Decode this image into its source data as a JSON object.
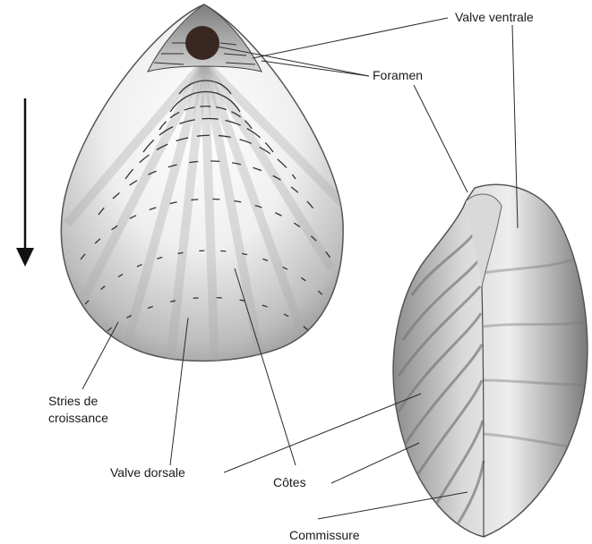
{
  "labels": {
    "valve_ventrale": "Valve ventrale",
    "foramen": "Foramen",
    "stries_line1": "Stries de",
    "stries_line2": "croissance",
    "valve_dorsale": "Valve dorsale",
    "cotes": "Côtes",
    "commissure": "Commissure"
  },
  "colors": {
    "shell_light": "#f4f4f4",
    "shell_mid": "#b9b9b9",
    "shell_dark": "#6e6e6e",
    "foramen": "#3a2820",
    "ink": "#1a1a1a"
  }
}
